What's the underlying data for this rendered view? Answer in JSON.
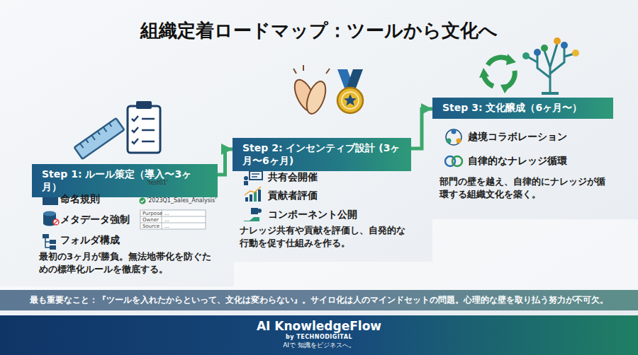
{
  "diagram": {
    "title": "組織定着ロードマップ：ツールから文化へ",
    "nodes": [
      {
        "text": [
          "Step 1: ルール策定（導入〜3ヶ月）",
          "最初の3ヶ月が勝負。無法地帯化を防ぐための標準化ルールを徹底する。"
        ]
      },
      {
        "text": [
          "Step 2: インセンティブ設計 (3ヶ月〜6ヶ月)",
          "ナレッジ共有や貢献を評価し、自発的な行動を促す仕組みを作る。"
        ]
      },
      {
        "text": [
          "Step 3: 文化醸成（6ヶ月〜）",
          "部門の壁を越え、自律的にナレッジが循環する組織文化を築く。"
        ]
      },
      {
        "text": [
          "最も重要なこと：『ツールを入れたからといって、文化は変わらない』。サイロ化は人のマインドセットの問題。心理的な壁を取り払う努力が不可欠。"
        ]
      },
      {
        "text": [
          "AI KnowledgeFlow",
          "by TECHNODIGITAL",
          "AIで 知識をビジネスへ。"
        ]
      }
    ],
    "edges": [
      {
        "from": 0,
        "to": 1,
        "arrow": "to"
      },
      {
        "from": 1,
        "to": 2,
        "arrow": "to"
      }
    ],
    "labels": [
      "命名規則",
      "'test01'",
      "'2023Q1_Sales_Analysis'",
      "Purpose",
      "...",
      "Owner",
      "...",
      "Source",
      "...",
      "メタデータ強制",
      "フォルダ構成",
      "共有会開催",
      "貢献者評価",
      "コンポーネント公開",
      "越境コラボレーション",
      "自律的なナレッジ循環"
    ]
  }
}
